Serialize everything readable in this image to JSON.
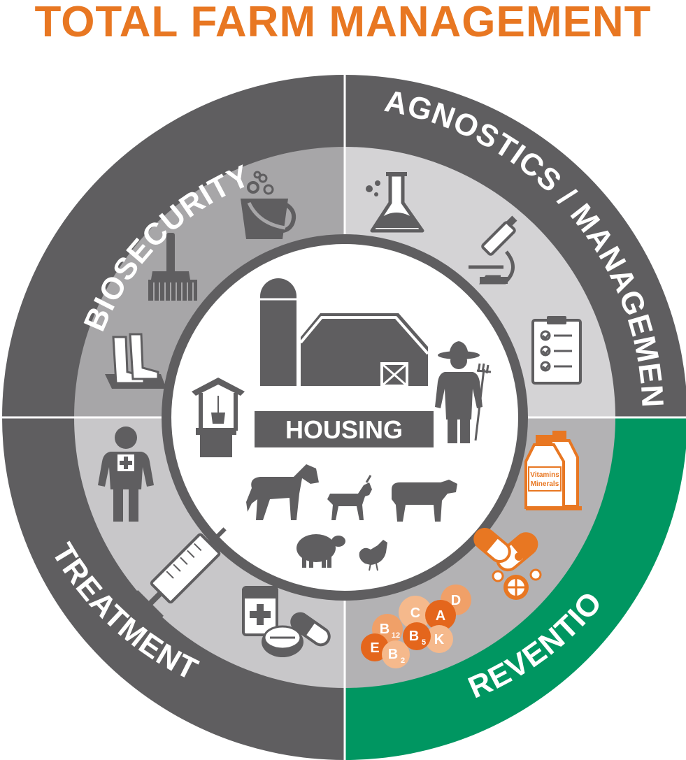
{
  "title": "TOTAL FARM MANAGEMENT",
  "segments": {
    "biosecurity": "BIOSECURITY",
    "diagnostics": "DIAGNOSTICS / MANAGEMENT",
    "treatment": "TREATMENT",
    "prevention": "PREVENTION"
  },
  "center": {
    "label": "HOUSING"
  },
  "bottle_label": {
    "line1": "Vitamins",
    "line2": "Minerals"
  },
  "vitamins": {
    "d": "D",
    "c": "C",
    "a": "A",
    "b": "B",
    "b12_sub": "12",
    "b5_sub": "5",
    "k": "K",
    "e": "E",
    "b2_sub": "2"
  },
  "colors": {
    "title": "#e87722",
    "outer_ring": "#5f5e60",
    "prevention_ring": "#009661",
    "biosecurity_inner": "#a7a6a8",
    "diagnostics_inner": "#d4d3d5",
    "treatment_inner": "#c8c7c9",
    "prevention_inner": "#b3b2b4",
    "icon": "#5f5e60",
    "accent": "#e87722"
  }
}
